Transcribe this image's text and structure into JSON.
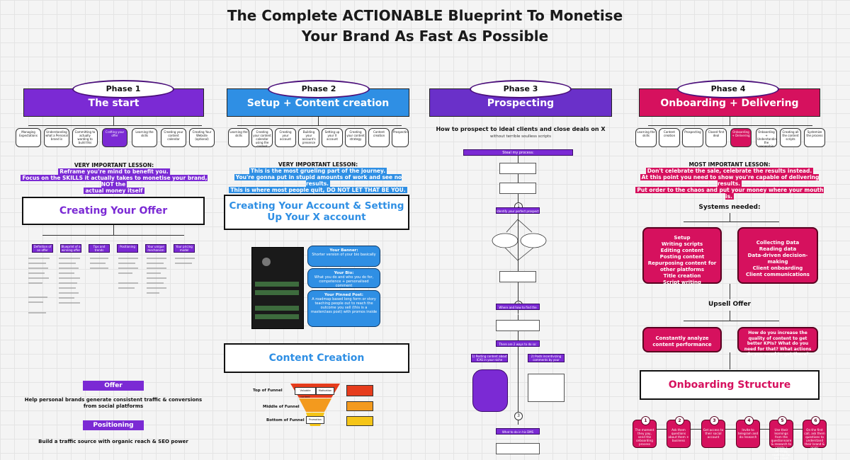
{
  "title_line1": "The Complete ACTIONABLE Blueprint To Monetise",
  "title_line2": "Your Brand As Fast As Possible",
  "colors": {
    "purple": "#7b2ad4",
    "blue": "#2f8fe4",
    "violet": "#6a30c9",
    "pink": "#d6115e"
  },
  "phases": [
    {
      "label": "Phase 1",
      "banner": "The start"
    },
    {
      "label": "Phase 2",
      "banner": "Setup + Content creation"
    },
    {
      "label": "Phase 3",
      "banner": "Prospecting"
    },
    {
      "label": "Phase 4",
      "banner": "Onboarding + Delivering"
    }
  ],
  "p1": {
    "steps": [
      "Managing Expectations",
      "Understanding what a Personal brand is",
      "Committing to actually wanting to build this",
      "Crafting your offer",
      "Learning the skills",
      "Creating your content calendar",
      "Creating Your Website (optional)"
    ],
    "lesson_head": "VERY IMPORTANT LESSON:",
    "lesson_l1": "Reframe you're mind to benefit you.",
    "lesson_l2": "Focus on the SKILLS it actually takes to monetise your brand, NOT the",
    "lesson_l3": "actual money itself",
    "section": "Creating Your Offer",
    "offer_cols": [
      "Definition of an offer",
      "Blueprint of a winning offer",
      "Tips and trends",
      "Positioning",
      "Your unique mechanism",
      "Your pricing model"
    ],
    "offer_tag": "Offer",
    "offer_text": "Help personal brands generate consistent traffic & conversions from social platforms",
    "pos_tag": "Positioning",
    "pos_text": "Build a traffic source with organic reach & SEO power"
  },
  "p2": {
    "steps": [
      "Learning the skills",
      "Creating your content calendar using the content method",
      "Creating your account",
      "Building your account's presence",
      "Setting up your X account",
      "Creating your content strategy",
      "Content creation",
      "Prospecting"
    ],
    "lesson_head": "VERY IMPORTANT LESSON:",
    "lesson_l1": "This is the most grueling part of the journey.",
    "lesson_l2": "You're gonna put in stupid amounts of work and see no results.",
    "lesson_l3": "This is where most people quit, DO NOT LET THAT BE YOU.",
    "section_l1": "Creating Your Account & Setting",
    "section_l2": "Up Your X account",
    "banner_title": "Your Banner:",
    "banner_text": "Shorter version of your bio basically",
    "bio_title": "Your Bio:",
    "bio_text": "What you do and who you do for, competence + personalised comment",
    "pinned_title": "Your Pinned Post:",
    "pinned_text": "A roadmap based long form or story teaching people out to reach the outcome you sell (this is a masterclass post) with promos inside",
    "content_section": "Content Creation",
    "funnel_top": "Top of Funnel",
    "funnel_mid": "Middle of Funnel",
    "funnel_bot": "Bottom of Funnel",
    "funnel_in1": "Valuable content",
    "funnel_in2": "Motivation",
    "funnel_in3": "Promotion"
  },
  "p3": {
    "heading": "How to prospect to ideal clients and close deals on X",
    "subheading": "without terrible soulless scripts",
    "steal": "Steal my process:",
    "identify": "Identify your perfect prospect",
    "where": "Where and how to find the leads",
    "ways": "There are 2 ways to do so:",
    "way1": "1) Posting content about ICAS in your niche",
    "way2": "2) Posts incentivizing comments by your prospect",
    "todo": "What to do in his DMS"
  },
  "p4": {
    "steps": [
      "Learning the skills",
      "Content creation",
      "Prospecting",
      "Closed first deal",
      "Onboarding + Delivering",
      "Onboarding + Understanding the ownership structure",
      "Creating all the content scripts",
      "Systemize the process"
    ],
    "lesson_head": "MOST IMPORTANT LESSON:",
    "lesson_l1": "Don't celebrate the sale, celebrate the results instead.",
    "lesson_l2": "At this point you need to show you're capable of delivering results.",
    "lesson_l3": "Put order to the chaos and put your money where your mouth is.",
    "systems": "Systems needed:",
    "box_left": [
      "Setup",
      "Writing scripts",
      "Editing content",
      "Posting content",
      "Repurposing content for other platforms",
      "Title creation",
      "Script writing"
    ],
    "box_right": [
      "Collecting Data",
      "Reading data",
      "Data-driven decision-making",
      "Client onboarding",
      "Client communications"
    ],
    "upsell": "Upsell Offer",
    "up_left": "Constantly analyze content performance",
    "up_right": "How do you increase the quality of content to get better KPIs? What do you need for that? What actions do you need to get there?",
    "section": "Onboarding Structure",
    "ob_steps": [
      "The moment they pay, send the onboarding process",
      "Ask them questions about them + business",
      "Get access to their social account",
      "Invite to telegram and do research",
      "Use their learnings from the questionnaire & research to create a strategy roadmap for the client",
      "On the first call, ask them questions to understand their brand & goals"
    ],
    "ob_nums": [
      "1",
      "2",
      "3",
      "4",
      "5",
      "6"
    ]
  }
}
